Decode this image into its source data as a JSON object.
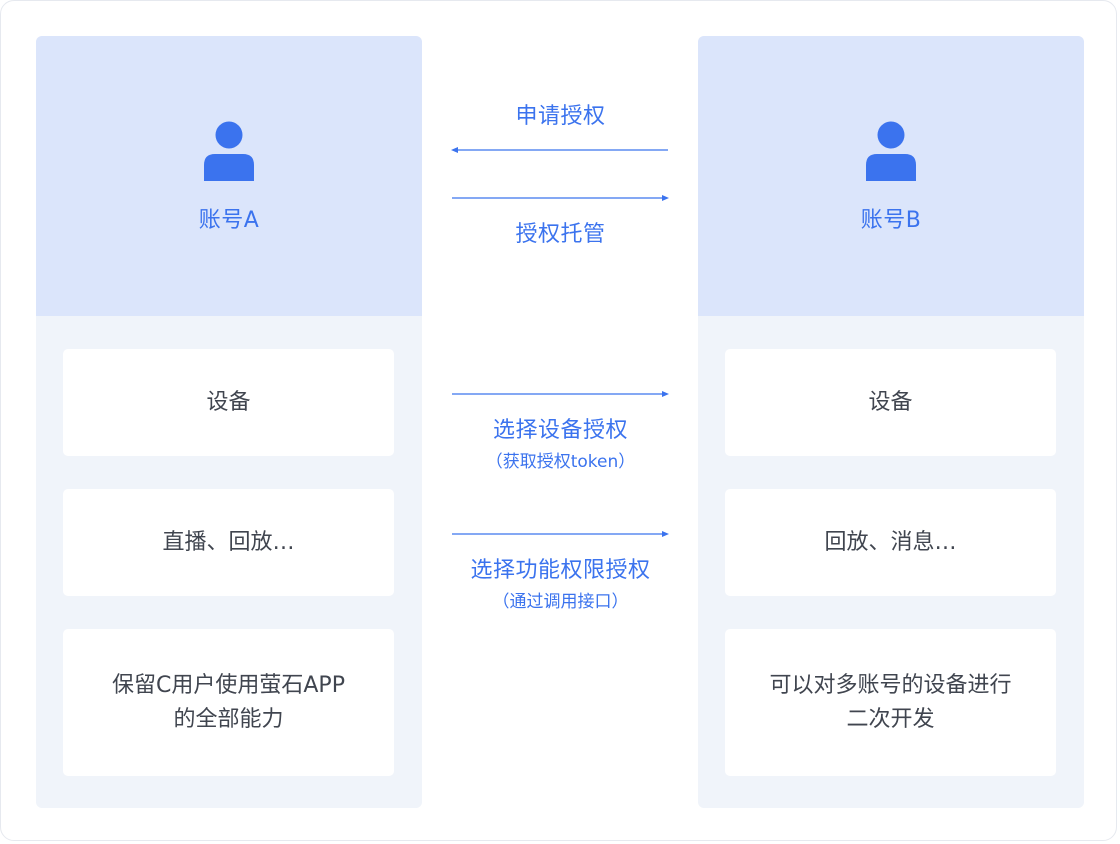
{
  "colors": {
    "accent": "#3b73ee",
    "header_bg": "#dbe5fb",
    "column_bg": "#f0f4fa",
    "card_bg": "#ffffff",
    "card_text": "#40454f"
  },
  "accounts": {
    "a": {
      "name": "账号A",
      "icon": "user-icon",
      "cards": [
        {
          "lines": [
            "设备"
          ]
        },
        {
          "lines": [
            "直播、回放…"
          ]
        },
        {
          "lines": [
            "保留C用户使用萤石APP",
            "的全部能力"
          ]
        }
      ]
    },
    "b": {
      "name": "账号B",
      "icon": "user-icon",
      "cards": [
        {
          "lines": [
            "设备"
          ]
        },
        {
          "lines": [
            "回放、消息…"
          ]
        },
        {
          "lines": [
            "可以对多账号的设备进行",
            "二次开发"
          ]
        }
      ]
    }
  },
  "flows": [
    {
      "label": "申请授权",
      "direction": "right-to-left"
    },
    {
      "label": "授权托管",
      "direction": "left-to-right"
    },
    {
      "label": "选择设备授权",
      "sub": "（获取授权token）",
      "direction": "left-to-right"
    },
    {
      "label": "选择功能权限授权",
      "sub": "（通过调用接口）",
      "direction": "left-to-right"
    }
  ]
}
